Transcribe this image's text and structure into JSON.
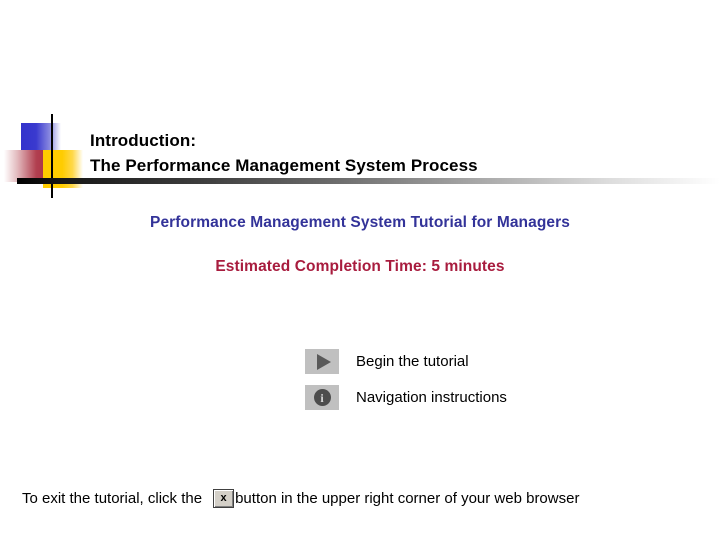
{
  "slide": {
    "title_line_1": "Introduction:",
    "title_line_2": "The Performance Management System Process",
    "subtitle": "Performance Management System Tutorial for Managers",
    "estimated_time": "Estimated Completion Time:  5 minutes",
    "actions": [
      {
        "icon": "play-icon",
        "label": "Begin the tutorial"
      },
      {
        "icon": "info-icon",
        "label": "Navigation instructions"
      }
    ],
    "footer": {
      "text_before": "To exit the tutorial, click the",
      "close_button_glyph": "x",
      "text_after": "button in the upper right corner of your web browser"
    },
    "colors": {
      "title": "#000000",
      "subtitle": "#333399",
      "estimated_time": "#a81c3e",
      "deco_blue": "#3333cc",
      "deco_red": "#a4273c",
      "deco_yellow": "#ffcc00",
      "button_face": "#c0c0c0",
      "background": "#ffffff"
    }
  }
}
